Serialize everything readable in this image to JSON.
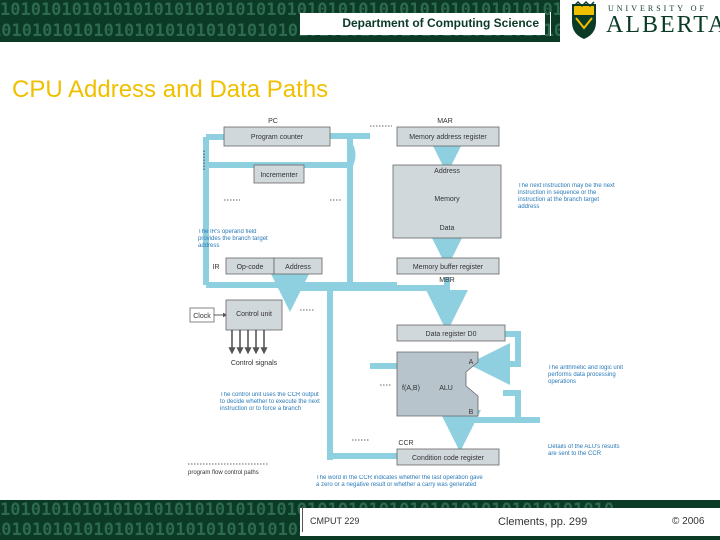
{
  "header": {
    "department": "Department of Computing Science",
    "university_small": "UNIVERSITY OF",
    "university_large": "ALBERTA",
    "binary_pattern": "101010101010101010101010101010101010101010101010101010101010"
  },
  "slide": {
    "title": "CPU Address and Data Paths"
  },
  "diagram": {
    "labels": {
      "pc": "PC",
      "mar": "MAR",
      "program_counter": "Program counter",
      "memory_address_register": "Memory address register",
      "incrementer": "Incrementer",
      "address": "Address",
      "memory": "Memory",
      "data": "Data",
      "ir": "IR",
      "op_code": "Op-code",
      "ir_address": "Address",
      "memory_buffer_register": "Memory buffer register",
      "mbr": "MBR",
      "clock": "Clock",
      "control_unit": "Control unit",
      "control_signals": "Control signals",
      "data_register": "Data register D0",
      "alu": "ALU",
      "f_ab": "f(A,B)",
      "a": "A",
      "b": "B",
      "ccr": "CCR",
      "condition_code_register": "Condition code register",
      "legend": "program flow control paths"
    },
    "annotations": {
      "next_instruction": "The next instruction may be the next instruction in sequence or the instruction at the branch target address",
      "ir_operand": "The IR's operand field provides the branch target address",
      "alu_ops": "The arithmetic and logic unit performs data processing operations",
      "control_unit_ccr": "The control unit uses the CCR output to decide whether to execute the next instruction or to force a branch",
      "alu_result": "Details of the ALU's results are sent to the CCR",
      "ccr_word": "The word in the CCR indicates whether the last operation gave a zero or a negative result or whether a carry was generated"
    }
  },
  "footer": {
    "course": "CMPUT 229",
    "reference": "Clements, pp. 299",
    "copyright": "© 2006"
  }
}
